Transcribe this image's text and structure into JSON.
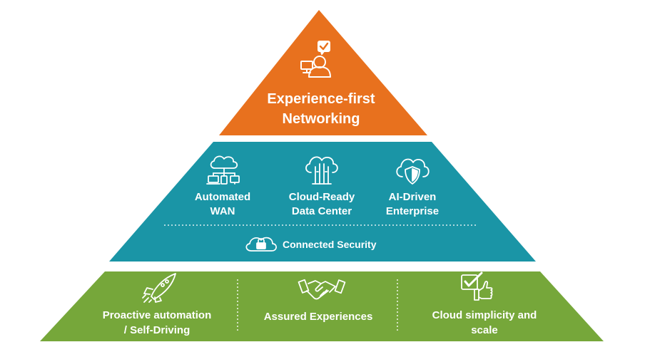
{
  "colors": {
    "top_tier": "#e8711e",
    "middle_tier": "#1a95a6",
    "bottom_tier": "#76a73a",
    "text": "#ffffff"
  },
  "top_tier": {
    "icon": "person-at-computer-with-checkmark-icon",
    "title_line1": "Experience-first",
    "title_line2": "Networking"
  },
  "middle_tier": {
    "pillars": [
      {
        "icon": "cloud-wan-devices-icon",
        "line1": "Automated",
        "line2": "WAN"
      },
      {
        "icon": "cloud-data-center-icon",
        "line1": "Cloud-Ready",
        "line2": "Data Center"
      },
      {
        "icon": "cloud-shield-icon",
        "line1": "AI-Driven",
        "line2": "Enterprise"
      }
    ],
    "security": {
      "icon": "cloud-lock-icon",
      "label": "Connected Security"
    }
  },
  "bottom_tier": {
    "pillars": [
      {
        "icon": "rocket-icon",
        "line1": "Proactive automation",
        "line2": "/ Self-Driving"
      },
      {
        "icon": "handshake-icon",
        "line1": "Assured Experiences",
        "line2": ""
      },
      {
        "icon": "checkbox-thumbs-up-icon",
        "line1": "Cloud simplicity and",
        "line2": "scale"
      }
    ]
  }
}
